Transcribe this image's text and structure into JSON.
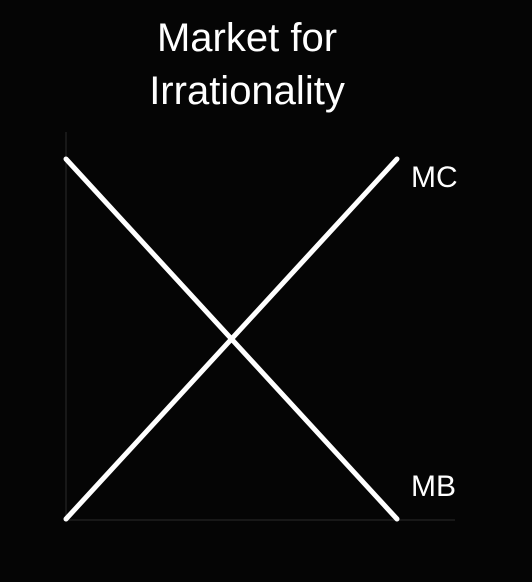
{
  "title": {
    "line1": "Market for",
    "line2": "Irrationality"
  },
  "curves": {
    "mc_label": "MC",
    "mb_label": "MB"
  },
  "colors": {
    "background": "#050505",
    "foreground": "#ffffff",
    "axis": "#2a2a2a"
  }
}
